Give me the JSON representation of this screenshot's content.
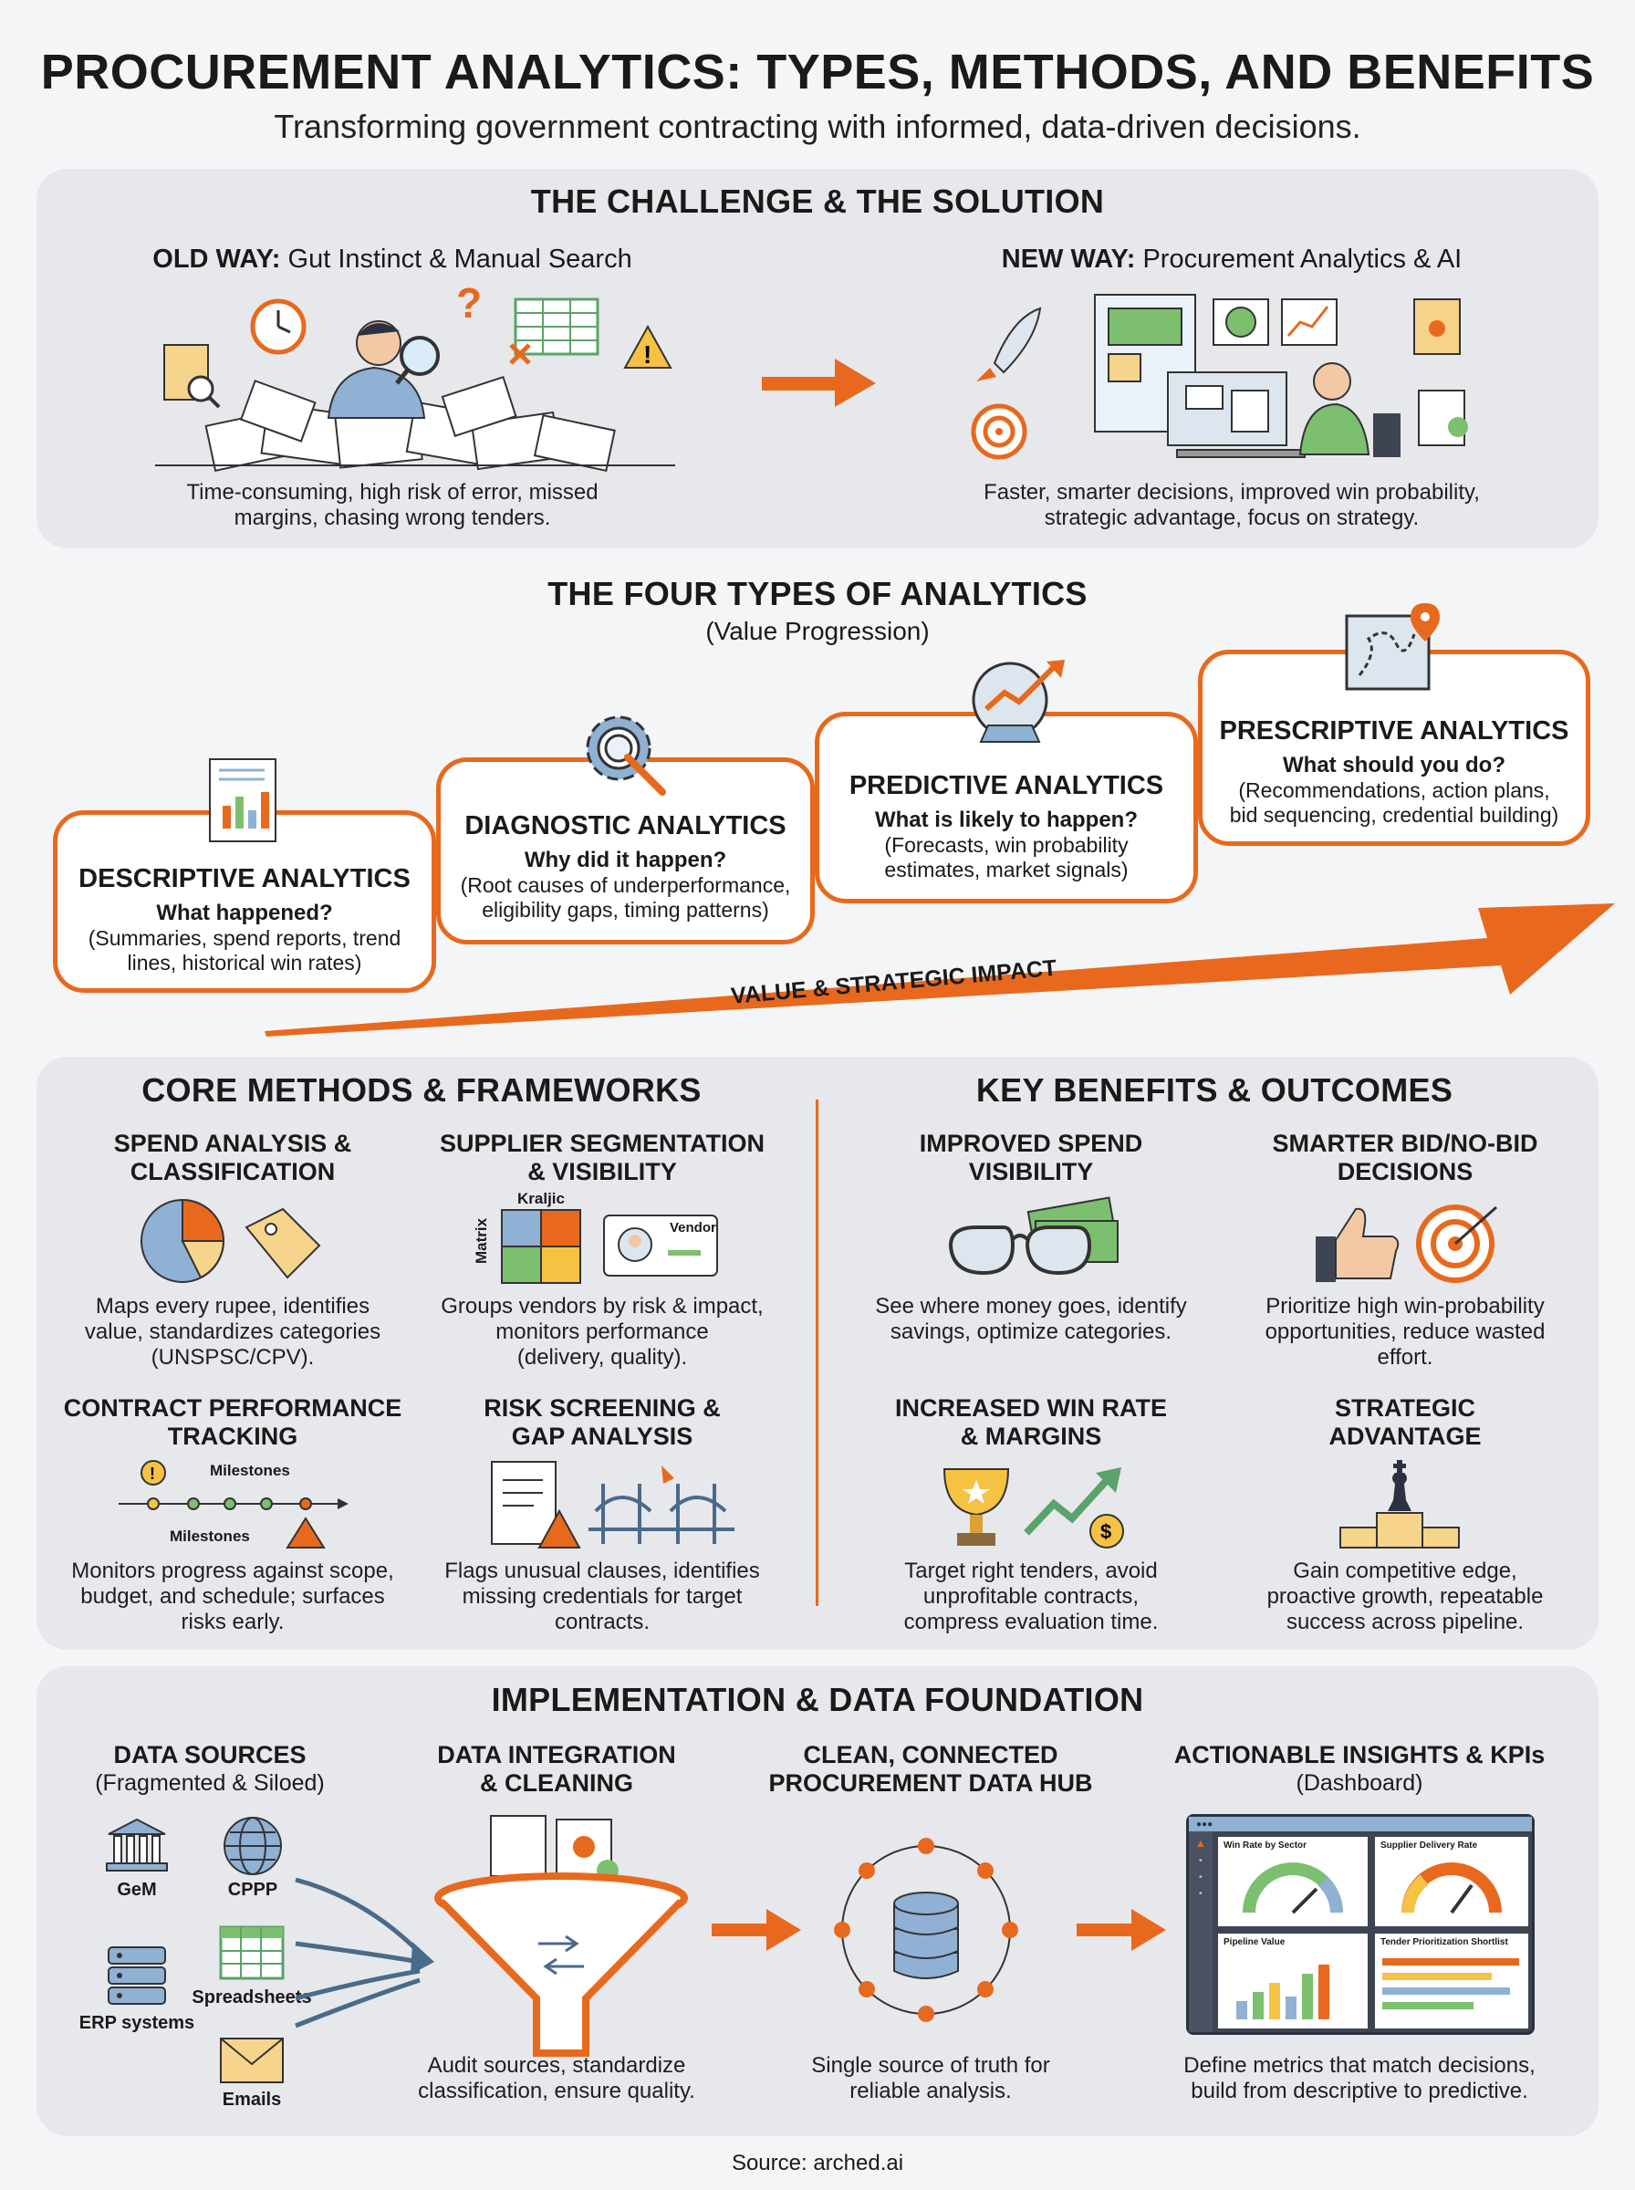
{
  "header": {
    "title": "PROCUREMENT ANALYTICS: TYPES, METHODS, AND BENEFITS",
    "subtitle": "Transforming government contracting with informed, data-driven decisions."
  },
  "challenge": {
    "heading": "THE CHALLENGE & THE SOLUTION",
    "old_label": "OLD WAY:",
    "old_title": "Gut Instinct & Manual Search",
    "old_desc_1": "Time-consuming, high risk of error, missed",
    "old_desc_2": "margins, chasing wrong tenders.",
    "new_label": "NEW WAY:",
    "new_title": "Procurement Analytics & AI",
    "new_desc_1": "Faster, smarter decisions, improved win probability,",
    "new_desc_2": "strategic advantage, focus on strategy."
  },
  "types": {
    "heading": "THE FOUR TYPES OF ANALYTICS",
    "subheading": "(Value Progression)",
    "arrow_label": "VALUE & STRATEGIC IMPACT",
    "cards": [
      {
        "title": "DESCRIPTIVE ANALYTICS",
        "question": "What happened?",
        "desc_1": "(Summaries, spend reports, trend",
        "desc_2": "lines, historical win rates)"
      },
      {
        "title": "DIAGNOSTIC ANALYTICS",
        "question": "Why did it happen?",
        "desc_1": "(Root causes of underperformance,",
        "desc_2": "eligibility gaps, timing patterns)"
      },
      {
        "title": "PREDICTIVE ANALYTICS",
        "question": "What is likely to happen?",
        "desc_1": "(Forecasts, win probability",
        "desc_2": "estimates, market signals)"
      },
      {
        "title": "PRESCRIPTIVE ANALYTICS",
        "question": "What should you do?",
        "desc_1": "(Recommendations, action plans,",
        "desc_2": "bid sequencing, credential building)"
      }
    ]
  },
  "methods": {
    "heading": "CORE METHODS & FRAMEWORKS",
    "items": [
      {
        "title_1": "SPEND ANALYSIS &",
        "title_2": "CLASSIFICATION",
        "desc_1": "Maps every rupee, identifies",
        "desc_2": "value, standardizes categories",
        "desc_3": "(UNSPSC/CPV)."
      },
      {
        "title_1": "SUPPLIER SEGMENTATION",
        "title_2": "& VISIBILITY",
        "desc_1": "Groups vendors by risk & impact,",
        "desc_2": "monitors performance",
        "desc_3": "(delivery, quality)."
      },
      {
        "title_1": "CONTRACT PERFORMANCE",
        "title_2": "TRACKING",
        "desc_1": "Monitors progress against scope,",
        "desc_2": "budget, and schedule; surfaces",
        "desc_3": "risks early."
      },
      {
        "title_1": "RISK SCREENING &",
        "title_2": "GAP ANALYSIS",
        "desc_1": "Flags unusual clauses, identifies",
        "desc_2": "missing credentials for target",
        "desc_3": "contracts."
      }
    ],
    "kraljic_label": "Kraljic",
    "matrix_label": "Matrix",
    "vendor_label": "Vendor",
    "milestones_top": "Milestones",
    "milestones_bottom": "Milestones"
  },
  "benefits": {
    "heading": "KEY BENEFITS & OUTCOMES",
    "items": [
      {
        "title_1": "IMPROVED SPEND",
        "title_2": "VISIBILITY",
        "desc_1": "See where money goes, identify",
        "desc_2": "savings, optimize categories.",
        "desc_3": ""
      },
      {
        "title_1": "SMARTER BID/NO-BID",
        "title_2": "DECISIONS",
        "desc_1": "Prioritize high win-probability",
        "desc_2": "opportunities, reduce wasted",
        "desc_3": "effort."
      },
      {
        "title_1": "INCREASED WIN RATE",
        "title_2": "& MARGINS",
        "desc_1": "Target right tenders, avoid",
        "desc_2": "unprofitable contracts,",
        "desc_3": "compress evaluation time."
      },
      {
        "title_1": "STRATEGIC",
        "title_2": "ADVANTAGE",
        "desc_1": "Gain competitive edge,",
        "desc_2": "proactive growth, repeatable",
        "desc_3": "success across pipeline."
      }
    ]
  },
  "implementation": {
    "heading": "IMPLEMENTATION & DATA FOUNDATION",
    "sources_title": "DATA SOURCES",
    "sources_sub": "(Fragmented & Siloed)",
    "source_gem": "GeM",
    "source_cppp": "CPPP",
    "source_erp": "ERP systems",
    "source_sheets": "Spreadsheets",
    "source_emails": "Emails",
    "integration_title_1": "DATA INTEGRATION",
    "integration_title_2": "& CLEANING",
    "integration_desc_1": "Audit sources, standardize",
    "integration_desc_2": "classification, ensure quality.",
    "hub_title_1": "CLEAN, CONNECTED",
    "hub_title_2": "PROCUREMENT DATA HUB",
    "hub_desc_1": "Single source of truth for",
    "hub_desc_2": "reliable analysis.",
    "insights_title": "ACTIONABLE INSIGHTS & KPIs",
    "insights_sub": "(Dashboard)",
    "dash_winrate": "Win Rate by Sector",
    "dash_supplier": "Supplier Delivery Rate",
    "dash_pipeline": "Pipeline Value",
    "dash_tender": "Tender Prioritization Shortlist",
    "insights_desc_1": "Define metrics that match decisions,",
    "insights_desc_2": "build from descriptive to predictive."
  },
  "footer": {
    "source": "Source: arched.ai"
  },
  "colors": {
    "accent": "#e8691d",
    "panel": "#e6e8ec",
    "blue": "#8fb1d4",
    "green": "#7cbf6e"
  }
}
